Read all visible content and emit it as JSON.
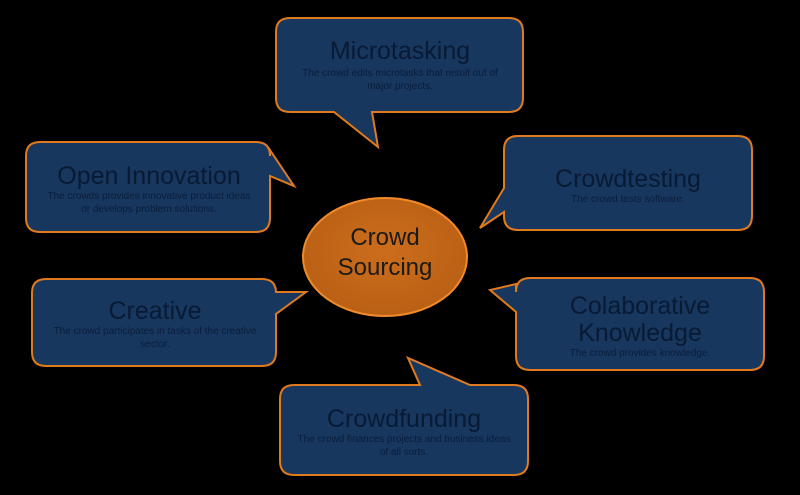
{
  "center": {
    "title_line1": "Crowd",
    "title_line2": "Sourcing"
  },
  "colors": {
    "background": "#000000",
    "bubble_fill": "#17375e",
    "bubble_border": "#e07a1f",
    "center_fill": "#c5681a",
    "center_border": "#f08a2a",
    "text": "#0b1d38"
  },
  "bubbles": {
    "microtasking": {
      "title": "Microtasking",
      "desc_line1": "The crowd edits microtasks that result out of",
      "desc_line2": "major projects."
    },
    "open_innovation": {
      "title": "Open Innovation",
      "desc_line1": "The crowds provides innovative product ideas",
      "desc_line2": "or  develops  problem solutions."
    },
    "crowdtesting": {
      "title": "Crowdtesting",
      "desc_line1": "The crowd tests software."
    },
    "creative": {
      "title": "Creative",
      "desc_line1": "The crowd participates in tasks of the creative",
      "desc_line2": "sector."
    },
    "colaborative_knowledge": {
      "title_line1": "Colaborative",
      "title_line2": "Knowledge",
      "desc_line1": "The crowd provides knowledge."
    },
    "crowdfunding": {
      "title": "Crowdfunding",
      "desc_line1": "The crowd finances projects and business ideas",
      "desc_line2": "of all sorts."
    }
  }
}
